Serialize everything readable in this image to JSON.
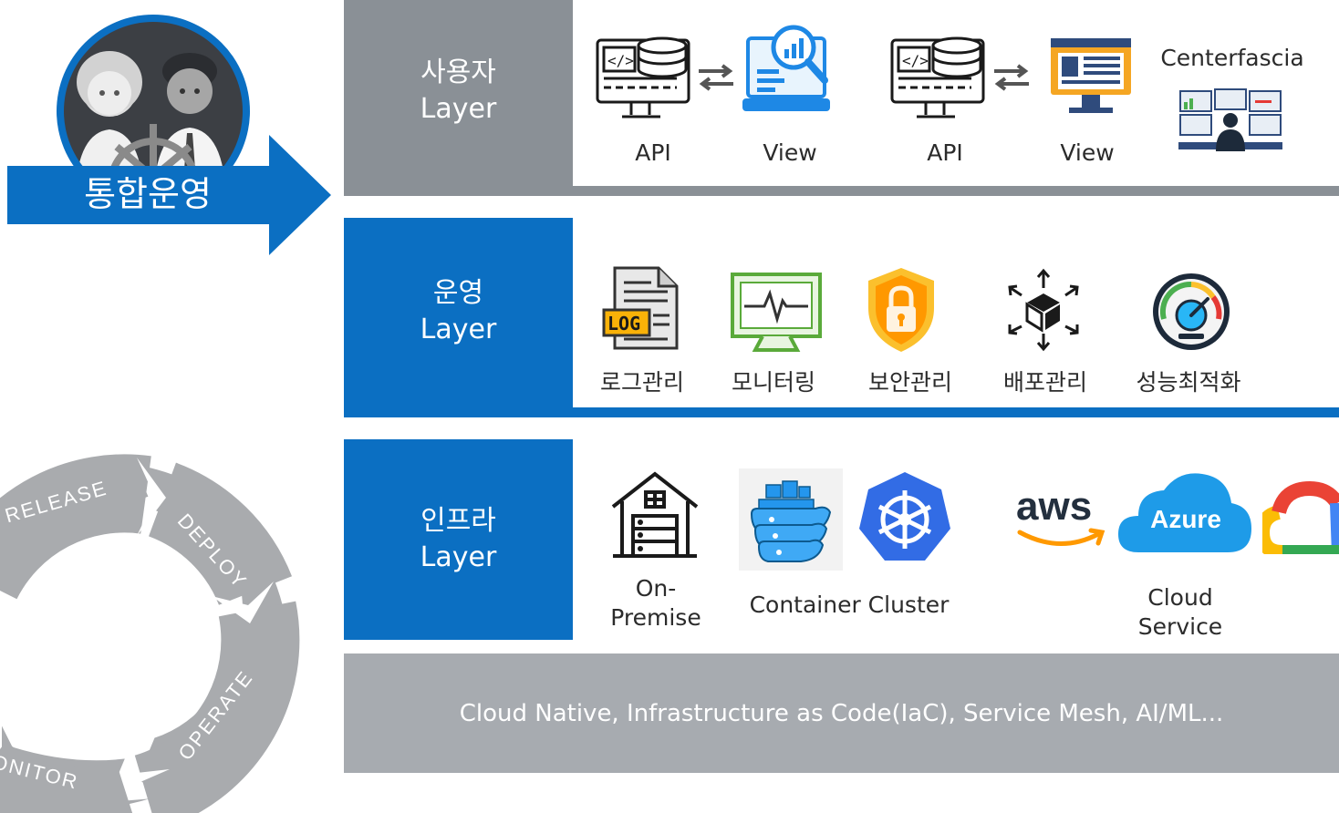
{
  "hero": {
    "label": "통합운영"
  },
  "colors": {
    "blue": "#0b6fc2",
    "gray": "#8a9096",
    "light_gray": "#a7abb0"
  },
  "layers": {
    "user": {
      "title_line1": "사용자",
      "title_line2": "Layer",
      "items": [
        {
          "label": "API",
          "icon": "api-code-database-icon"
        },
        {
          "label": "View",
          "icon": "analytics-laptop-icon"
        },
        {
          "label": "API",
          "icon": "api-code-database-icon"
        },
        {
          "label": "View",
          "icon": "dashboard-monitor-icon"
        },
        {
          "label": "Centerfascia",
          "icon": "control-center-icon"
        }
      ]
    },
    "ops": {
      "title_line1": "운영",
      "title_line2": "Layer",
      "items": [
        {
          "label": "로그관리",
          "icon": "log-file-icon"
        },
        {
          "label": "모니터링",
          "icon": "monitor-heartbeat-icon"
        },
        {
          "label": "보안관리",
          "icon": "security-shield-lock-icon"
        },
        {
          "label": "배포관리",
          "icon": "deploy-cube-icon"
        },
        {
          "label": "성능최적화",
          "icon": "performance-gauge-icon"
        }
      ]
    },
    "infra": {
      "title_line1": "인프라",
      "title_line2": "Layer",
      "items": [
        {
          "label_line1": "On-",
          "label_line2": "Premise",
          "icon": "building-server-icon"
        },
        {
          "label": "Container Cluster",
          "icon": "docker-kubernetes-icon"
        },
        {
          "label_line1": "Cloud",
          "label_line2": "Service",
          "icon": "cloud-providers-icon"
        }
      ],
      "logos": {
        "aws": "aws",
        "azure": "Azure"
      }
    }
  },
  "footer": {
    "text": "Cloud Native, Infrastructure as Code(IaC), Service Mesh, AI/ML..."
  },
  "cycle": {
    "labels": [
      "RELEASE",
      "DEPLOY",
      "OPERATE",
      "MONITOR"
    ]
  }
}
